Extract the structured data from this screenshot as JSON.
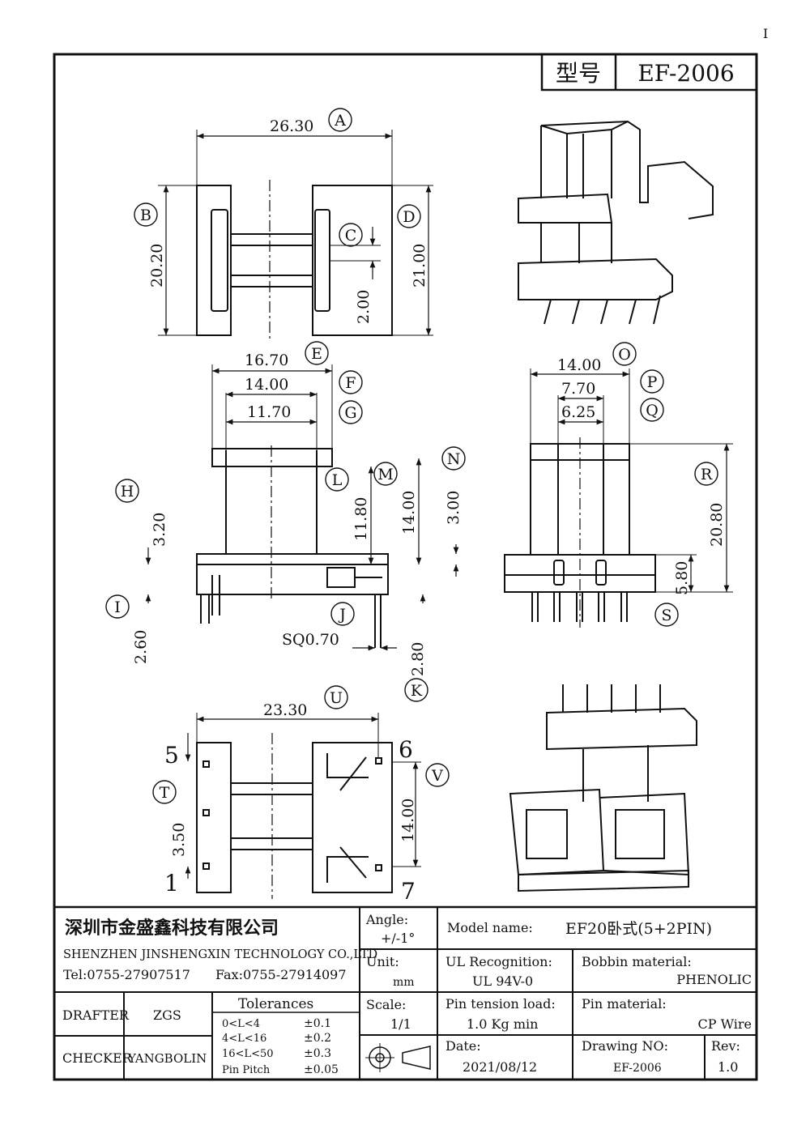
{
  "header": {
    "model_label": "型号",
    "model_value": "EF-2006"
  },
  "corner_mark": "I",
  "dimensions": {
    "A": {
      "letter": "A",
      "value": "26.30"
    },
    "B": {
      "letter": "B",
      "value": "20.20"
    },
    "C": {
      "letter": "C",
      "value": "2.00"
    },
    "D": {
      "letter": "D",
      "value": "21.00"
    },
    "E": {
      "letter": "E",
      "value": "16.70"
    },
    "F": {
      "letter": "F",
      "value": "14.00"
    },
    "G": {
      "letter": "G",
      "value": "11.70"
    },
    "H": {
      "letter": "H",
      "value": "3.20"
    },
    "I": {
      "letter": "I",
      "value": "2.60"
    },
    "J": {
      "letter": "J",
      "value": "SQ0.70"
    },
    "K": {
      "letter": "K",
      "value": "2.80"
    },
    "L": {
      "letter": "L",
      "value": "11.80"
    },
    "M": {
      "letter": "M",
      "value": "14.00"
    },
    "N": {
      "letter": "N",
      "value": "3.00"
    },
    "O": {
      "letter": "O",
      "value": "14.00"
    },
    "P": {
      "letter": "P",
      "value": "7.70"
    },
    "Q": {
      "letter": "Q",
      "value": "6.25"
    },
    "R": {
      "letter": "R",
      "value": "20.80"
    },
    "S": {
      "letter": "S",
      "value": "5.80"
    },
    "U": {
      "letter": "U",
      "value": "23.30"
    },
    "T": {
      "letter": "T",
      "value": "3.50"
    },
    "V": {
      "letter": "V",
      "value": "14.00"
    }
  },
  "pins": {
    "p1": "1",
    "p5": "5",
    "p6": "6",
    "p7": "7"
  },
  "title_block": {
    "company_cn": "深圳市金盛鑫科技有限公司",
    "company_en": "SHENZHEN JINSHENGXIN TECHNOLOGY CO.,LTD",
    "tel": "Tel:0755-27907517",
    "fax": "Fax:0755-27914097",
    "angle_label": "Angle:",
    "angle_value": "+/-1°",
    "unit_label": "Unit:",
    "unit_value": "mm",
    "scale_label": "Scale:",
    "scale_value": "1/1",
    "model_name_label": "Model name:",
    "model_name_value": "EF20卧式(5+2PIN)",
    "ul_label": "UL Recognition:",
    "ul_value": "UL 94V-0",
    "bobbin_label": "Bobbin material:",
    "bobbin_value": "PHENOLIC",
    "pin_tension_label": "Pin tension load:",
    "pin_tension_value": "1.0 Kg min",
    "pin_material_label": "Pin material:",
    "pin_material_value": "CP Wire",
    "date_label": "Date:",
    "date_value": "2021/08/12",
    "drawing_no_label": "Drawing NO:",
    "drawing_no_value": "EF-2006",
    "rev_label": "Rev:",
    "rev_value": "1.0",
    "drafter_label": "DRAFTER",
    "drafter_value": "ZGS",
    "checker_label": "CHECKER",
    "checker_value": "YANGBOLIN",
    "tolerances_title": "Tolerances",
    "tolerances": [
      {
        "range": "0<L<4",
        "value": "±0.1"
      },
      {
        "range": "4<L<16",
        "value": "±0.2"
      },
      {
        "range": "16<L<50",
        "value": "±0.3"
      },
      {
        "range": "Pin Pitch",
        "value": "±0.05"
      }
    ]
  }
}
